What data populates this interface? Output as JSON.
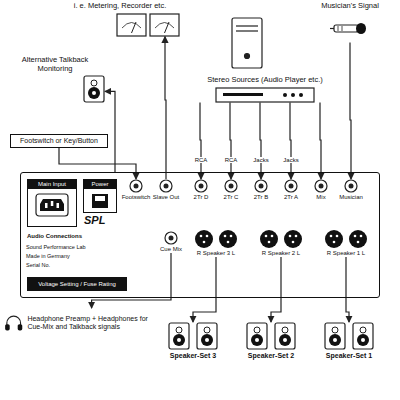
{
  "diagram": {
    "nodes": [
      {
        "text": [
          "Audio Connections"
        ]
      },
      {
        "text": [
          "Main Input"
        ],
        "in": 0
      },
      {
        "text": [
          "Power"
        ],
        "in": 0
      },
      {
        "text": [
          "Voltage Setting / Fuse Rating"
        ],
        "in": 0
      },
      {
        "text": [
          "Footswitch"
        ],
        "in": 0
      },
      {
        "text": [
          "Slave Out"
        ],
        "in": 0
      },
      {
        "text": [
          "2Tr D"
        ],
        "in": 0
      },
      {
        "text": [
          "2Tr C"
        ],
        "in": 0
      },
      {
        "text": [
          "2Tr B"
        ],
        "in": 0
      },
      {
        "text": [
          "2Tr A"
        ],
        "in": 0
      },
      {
        "text": [
          "Mix"
        ],
        "in": 0
      },
      {
        "text": [
          "Musician"
        ],
        "in": 0
      },
      {
        "text": [
          "Cue Mix"
        ],
        "in": 0
      },
      {
        "text": [
          "R Speaker 3 L"
        ],
        "in": 0
      },
      {
        "text": [
          "R Speaker 2 L"
        ],
        "in": 0
      },
      {
        "text": [
          "R Speaker 1 L"
        ],
        "in": 0
      },
      {
        "text": [
          "Footswitch or Key/Button"
        ]
      },
      {
        "text": [
          "Alternative Talkback Monitoring"
        ]
      },
      {
        "text": [
          "i. e. Metering, Recorder etc."
        ]
      },
      {
        "text": [
          "Stereo Sources (Audio Player etc.)"
        ]
      },
      {
        "text": [
          "Musician's Signal"
        ]
      },
      {
        "text": [
          "Headphone Preamp + Headphones for Cue-Mix and Talkback signals"
        ]
      },
      {
        "text": [
          "Speaker-Set 3"
        ]
      },
      {
        "text": [
          "Speaker-Set 2"
        ]
      },
      {
        "text": [
          "Speaker-Set 1"
        ]
      }
    ],
    "edges": [
      {
        "from": 16,
        "to": 4,
        "arrow": "to"
      },
      {
        "from": 0,
        "to": 17,
        "arrow": "to"
      },
      {
        "from": 5,
        "to": 18,
        "arrow": "to"
      },
      {
        "from": 19,
        "to": 6,
        "label": "RCA",
        "arrow": "to"
      },
      {
        "from": 19,
        "to": 7,
        "label": "RCA",
        "arrow": "to"
      },
      {
        "from": 19,
        "to": 8,
        "label": "Jacks",
        "arrow": "to"
      },
      {
        "from": 19,
        "to": 9,
        "label": "Jacks",
        "arrow": "to"
      },
      {
        "from": 19,
        "to": 10,
        "arrow": "to"
      },
      {
        "from": 20,
        "to": 11,
        "arrow": "to"
      },
      {
        "from": 12,
        "to": 21,
        "arrow": "to"
      },
      {
        "from": 13,
        "to": 22,
        "arrow": "to"
      },
      {
        "from": 14,
        "to": 23,
        "arrow": "to"
      },
      {
        "from": 15,
        "to": 24,
        "arrow": "to"
      }
    ],
    "labels": [
      "SPL",
      "Sound Performance Lab",
      "Made in Germany",
      "Serial No."
    ]
  }
}
